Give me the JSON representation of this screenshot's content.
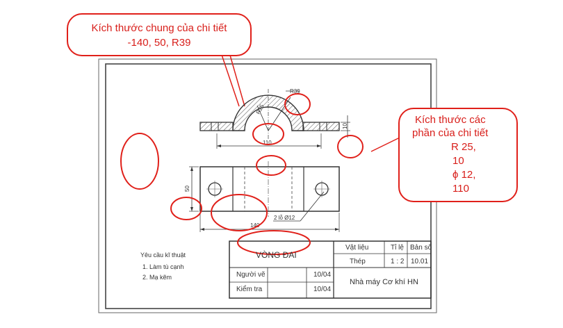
{
  "callout_overall": {
    "line1": "Kích thước chung của chi tiết",
    "line2": "-140, 50, R39"
  },
  "callout_parts": {
    "line1": "Kích thước các",
    "line2": "phần của chi tiết",
    "line3": "R 25,",
    "line4": "10",
    "line5": "ϕ 12,",
    "line6": "110"
  },
  "drawing": {
    "dim_r39": "R39",
    "dim_r25": "R25",
    "dim_10": "10",
    "dim_110": "110",
    "dim_50": "50",
    "dim_140": "140",
    "dim_holes": "2 lỗ Ø12"
  },
  "requirements": {
    "title": "Yêu cầu kĩ thuật",
    "item1": "1. Làm tù cạnh",
    "item2": "2. Mạ kẽm"
  },
  "title_block": {
    "part_name": "VÒNG ĐAI",
    "material_label": "Vật liệu",
    "material_value": "Thép",
    "scale_label": "Tỉ lệ",
    "scale_value": "1 : 2",
    "drawing_no_label": "Bản số",
    "drawing_no_value": "10.01",
    "drawn_by_label": "Người vẽ",
    "drawn_date": "10/04",
    "checked_by_label": "Kiểm tra",
    "checked_date": "10/04",
    "company": "Nhà máy Cơ khí HN"
  },
  "colors": {
    "annotation": "#e0201a",
    "line": "#333333"
  }
}
